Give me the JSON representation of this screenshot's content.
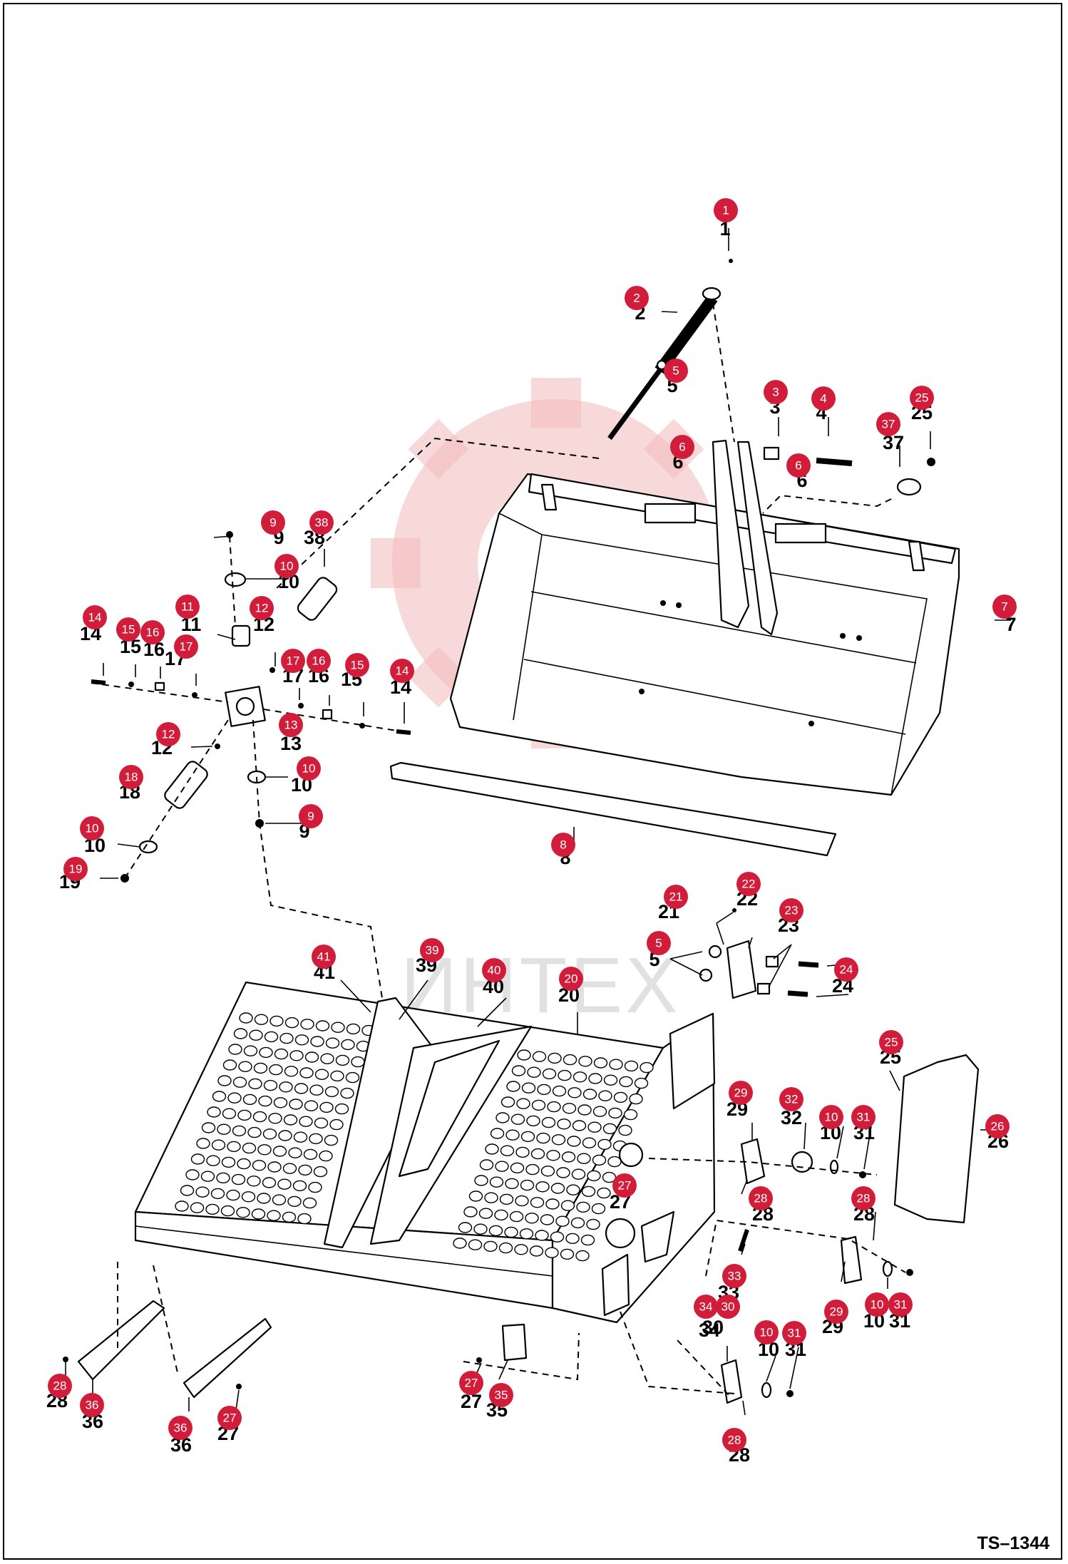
{
  "drawing_code": "TS–1344",
  "watermark_text": "ИНТЕХ",
  "badge_color": "#d11d3a",
  "callouts": [
    "1",
    "2",
    "3",
    "4",
    "5",
    "6",
    "7",
    "8",
    "9",
    "10",
    "11",
    "12",
    "13",
    "14",
    "15",
    "16",
    "17",
    "18",
    "19",
    "20",
    "21",
    "22",
    "23",
    "24",
    "25",
    "26",
    "27",
    "28",
    "29",
    "30",
    "31",
    "32",
    "33",
    "34",
    "35",
    "36",
    "37",
    "38",
    "39",
    "40",
    "41"
  ]
}
